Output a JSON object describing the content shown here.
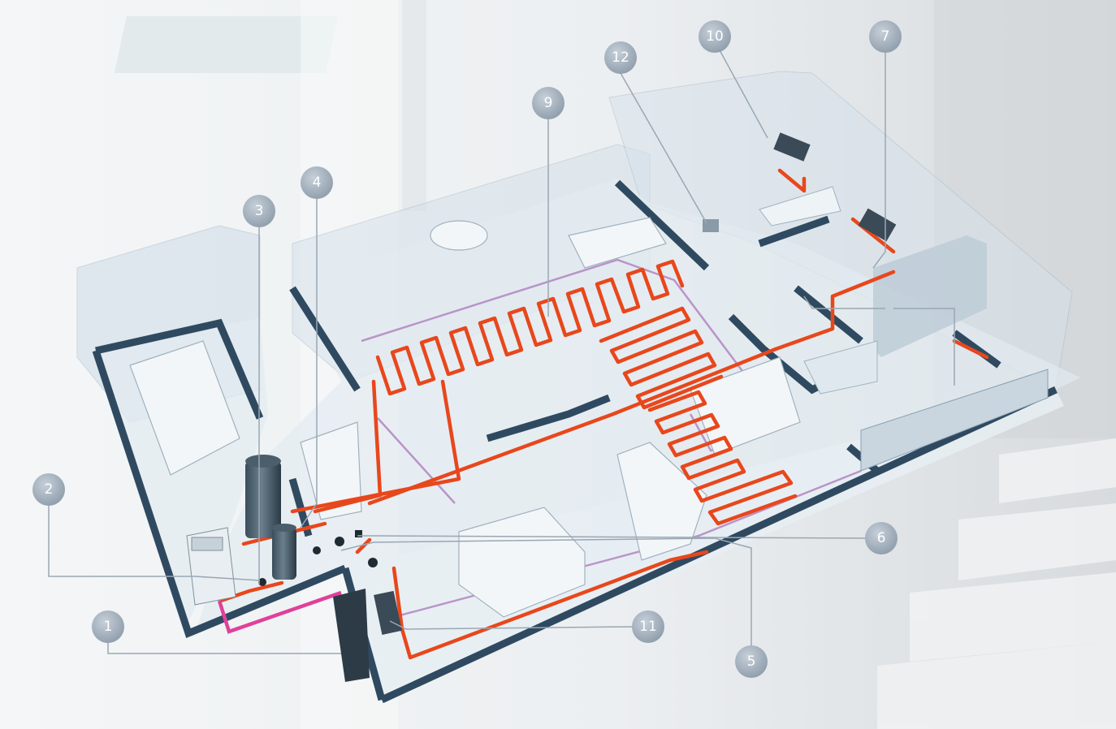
{
  "diagram": {
    "callouts": [
      {
        "id": "1",
        "label": "1"
      },
      {
        "id": "2",
        "label": "2"
      },
      {
        "id": "3",
        "label": "3"
      },
      {
        "id": "4",
        "label": "4"
      },
      {
        "id": "5",
        "label": "5"
      },
      {
        "id": "6",
        "label": "6"
      },
      {
        "id": "7",
        "label": "7"
      },
      {
        "id": "9",
        "label": "9"
      },
      {
        "id": "10",
        "label": "10"
      },
      {
        "id": "11",
        "label": "11"
      },
      {
        "id": "12",
        "label": "12"
      }
    ],
    "colors": {
      "heating_pipe": "#e8471c",
      "refrigerant_line": "#e0409a",
      "floor_outline": "#b58bc4",
      "wall": "#2f4a60",
      "callout_fill": "#a9b6c4"
    }
  }
}
